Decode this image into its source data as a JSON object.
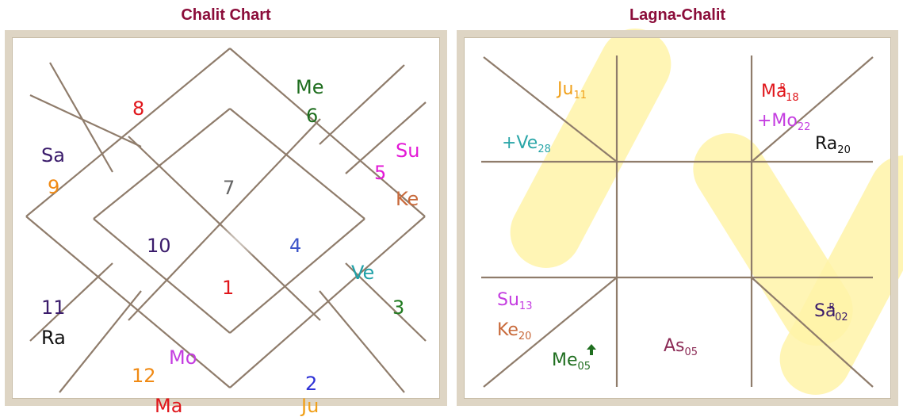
{
  "titles": {
    "left": "Chalit Chart",
    "right": "Lagna-Chalit"
  },
  "colors": {
    "title": "#8b0d3a",
    "lines": "#8f7c6b",
    "frame": "#ded5c4",
    "watermark": "#fff3a8"
  },
  "chalit": {
    "houses": {
      "h1": {
        "text": "1",
        "color": "#e0161b"
      },
      "h2": {
        "text": "2",
        "color": "#2e32d6"
      },
      "h3": {
        "text": "3",
        "color": "#1f7a1f"
      },
      "h4": {
        "text": "4",
        "color": "#3d55c9"
      },
      "h5": {
        "text": "5",
        "color": "#e318d6"
      },
      "h6": {
        "text": "6",
        "color": "#1f6e1f"
      },
      "h7": {
        "text": "7",
        "color": "#666666"
      },
      "h8": {
        "text": "8",
        "color": "#e0161b"
      },
      "h9": {
        "text": "9",
        "color": "#f08a14"
      },
      "h10": {
        "text": "10",
        "color": "#3a1b6b"
      },
      "h11": {
        "text": "11",
        "color": "#3a1b6b"
      },
      "h12": {
        "text": "12",
        "color": "#f08a14"
      }
    },
    "planets": {
      "me": {
        "text": "Me",
        "color": "#1f6e1f"
      },
      "su": {
        "text": "Su",
        "color": "#e318d6"
      },
      "ke": {
        "text": "Ke",
        "color": "#c8693a"
      },
      "sa": {
        "text": "Sa",
        "color": "#3a1b6b"
      },
      "ve": {
        "text": "Ve",
        "color": "#1fa1a8"
      },
      "ra": {
        "text": "Ra",
        "color": "#111111"
      },
      "mo": {
        "text": "Mo",
        "color": "#c43de0"
      },
      "ma": {
        "text": "Ma",
        "color": "#e0161b"
      },
      "ju": {
        "text": "Ju",
        "color": "#f0a01a"
      }
    }
  },
  "lagna": {
    "planets": {
      "ju": {
        "name": "Ju",
        "deg": "11",
        "color": "#f0a01a"
      },
      "ve": {
        "name": "+Ve",
        "deg": "28",
        "color": "#2aa6a8"
      },
      "ma": {
        "name": "Ma",
        "deg": "18",
        "retro": "R",
        "color": "#e0161b"
      },
      "mo": {
        "name": "+Mo",
        "deg": "22",
        "color": "#c43de0"
      },
      "ra": {
        "name": "Ra",
        "deg": "20",
        "color": "#111111"
      },
      "su": {
        "name": "Su",
        "deg": "13",
        "color": "#c43de0"
      },
      "ke": {
        "name": "Ke",
        "deg": "20",
        "color": "#c8693a"
      },
      "me": {
        "name": "Me",
        "deg": "05",
        "color": "#1f6e1f"
      },
      "as": {
        "name": "As",
        "deg": "05",
        "color": "#8b2a55"
      },
      "sa": {
        "name": "Sa",
        "deg": "02",
        "retro": "R",
        "color": "#3a1b6b"
      }
    }
  }
}
